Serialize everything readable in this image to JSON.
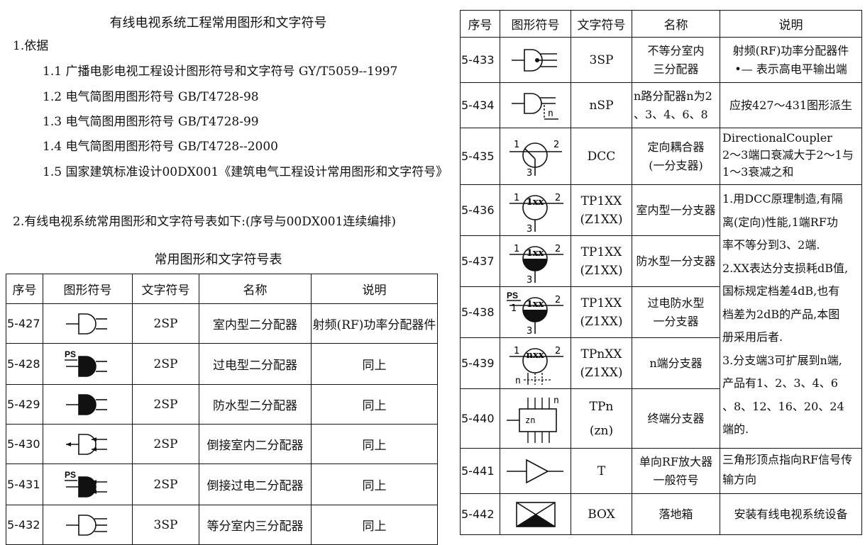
{
  "title": "有线电视系统工程常用图形和文字符号",
  "section1": {
    "heading": "1.依据",
    "refs": [
      "1.1  广播电影电视工程设计图形符号和文字符号   GY/T5059--1997",
      "1.2  电气简图用图形符号   GB/T4728-98",
      "1.3  电气简图用图形符号   GB/T4728-99",
      "1.4  电气简图用图形符号   GB/T4728--2000",
      "1.5  国家建筑标准设计00DX001《建筑电气工程设计常用图形和文字符号》"
    ]
  },
  "section2": {
    "heading": "2.有线电视系统常用图形和文字符号表如下:(序号与00DX001连续编排)"
  },
  "table_title": "常用图形和文字符号表",
  "headers": {
    "seq": "序号",
    "symbol": "图形符号",
    "code": "文字符号",
    "name": "名称",
    "desc": "说明"
  },
  "left_rows": [
    {
      "seq": "5-427",
      "icon": "splitter-2-icon",
      "code": "2SP",
      "name": "室内型二分配器",
      "desc": "射频(RF)功率分配器件"
    },
    {
      "seq": "5-428",
      "icon": "splitter-2-powered-icon",
      "ps": "PS",
      "code": "2SP",
      "name": "过电型二分配器",
      "desc": "同上"
    },
    {
      "seq": "5-429",
      "icon": "splitter-2-waterproof-icon",
      "code": "2SP",
      "name": "防水型二分配器",
      "desc": "同上"
    },
    {
      "seq": "5-430",
      "icon": "splitter-2-reverse-icon",
      "code": "2SP",
      "name": "倒接室内二分配器",
      "desc": "同上"
    },
    {
      "seq": "5-431",
      "icon": "splitter-2-reverse-powered-icon",
      "ps": "PS",
      "code": "2SP",
      "name": "倒接过电二分配器",
      "desc": "同上"
    },
    {
      "seq": "5-432",
      "icon": "splitter-3-icon",
      "code": "3SP",
      "name": "等分室内三分配器",
      "desc": "同上"
    }
  ],
  "right_rows": {
    "r433": {
      "seq": "5-433",
      "icon": "splitter-3-unequal-icon",
      "code": "3SP",
      "name1": "不等分室内",
      "name2": "三分配器",
      "desc1": "射频(RF)功率分配器件",
      "desc2": "•— 表示高电平输出端"
    },
    "r434": {
      "seq": "5-434",
      "icon": "splitter-n-icon",
      "n": "n",
      "code": "nSP",
      "name1": "n路分配器n为2",
      "name2": "、3、4、6、8",
      "desc": "应按427～431图形派生"
    },
    "r435": {
      "seq": "5-435",
      "icon": "directional-coupler-icon",
      "p1": "1",
      "p2": "2",
      "p3": "3",
      "code": "DCC",
      "name1": "定向耦合器",
      "name2": "(一分支器)",
      "desc1": "DirectionalCoupler",
      "desc2": "2～3端口衰减大于2～1与",
      "desc3": "1～3衰减之和"
    },
    "r436": {
      "seq": "5-436",
      "icon": "tap-1-indoor-icon",
      "inner": "1xx",
      "code1": "TP1XX",
      "code2": "(Z1XX)",
      "name": "室内型一分支器"
    },
    "r437": {
      "seq": "5-437",
      "icon": "tap-1-waterproof-icon",
      "inner": "1xx",
      "code1": "TP1XX",
      "code2": "(Z1XX)",
      "name": "防水型一分支器"
    },
    "r438": {
      "seq": "5-438",
      "icon": "tap-1-powered-icon",
      "inner": "1xx",
      "ps": "PS",
      "code1": "TP1XX",
      "code2": "(Z1XX)",
      "name1": "过电防水型",
      "name2": "一分支器"
    },
    "r439": {
      "seq": "5-439",
      "icon": "tap-n-icon",
      "inner": "nxx",
      "n": "n",
      "code1": "TPnXX",
      "code2": "(Z1XX)",
      "name": "n端分支器"
    },
    "r440": {
      "seq": "5-440",
      "icon": "terminal-tap-icon",
      "inner": "zn",
      "n": "n",
      "code1": "TPn",
      "code2": "(zn)",
      "name": "终端分支器"
    },
    "tap_desc": [
      "1.用DCC原理制造,有隔",
      "离(定向)性能,1端RF功",
      "率不等分到3、2端.",
      "2.XX表达分支损耗dB值,",
      "国标规定档差4dB,也有",
      "档差为2dB的产品,本图",
      "册采用后者.",
      "3.分支端3可扩展到n端,",
      "产品有1、2、3、4、6",
      "、8、12、16、20、24",
      "端的."
    ],
    "r441": {
      "seq": "5-441",
      "icon": "rf-amplifier-icon",
      "code": "T",
      "name1": "单向RF放大器",
      "name2": "一般符号",
      "desc1": "三角形顶点指向RF信号传",
      "desc2": "输方向"
    },
    "r442": {
      "seq": "5-442",
      "icon": "floor-box-icon",
      "code": "BOX",
      "name": "落地箱",
      "desc": "安装有线电视系统设备"
    }
  }
}
